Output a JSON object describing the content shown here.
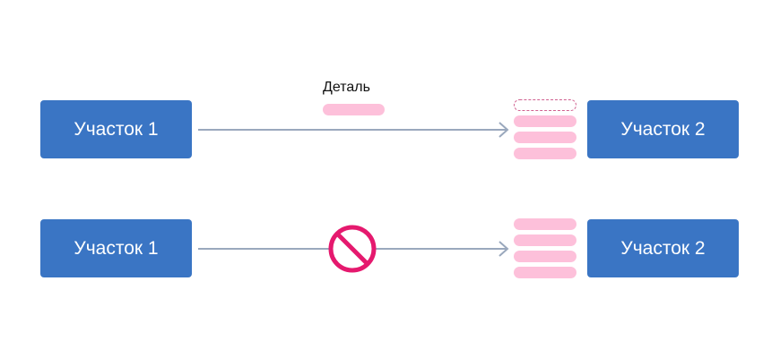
{
  "legend": {
    "label": "Деталь",
    "color": "#fdc0da"
  },
  "rows": [
    {
      "from": "Участок 1",
      "to": "Участок 2",
      "blocked": false,
      "queue_slots": 4,
      "queue_filled": 3
    },
    {
      "from": "Участок 1",
      "to": "Участок 2",
      "blocked": true,
      "queue_slots": 4,
      "queue_filled": 4
    }
  ],
  "colors": {
    "box": "#3a75c4",
    "arrow": "#9aa8bd",
    "stop": "#e5196e"
  }
}
